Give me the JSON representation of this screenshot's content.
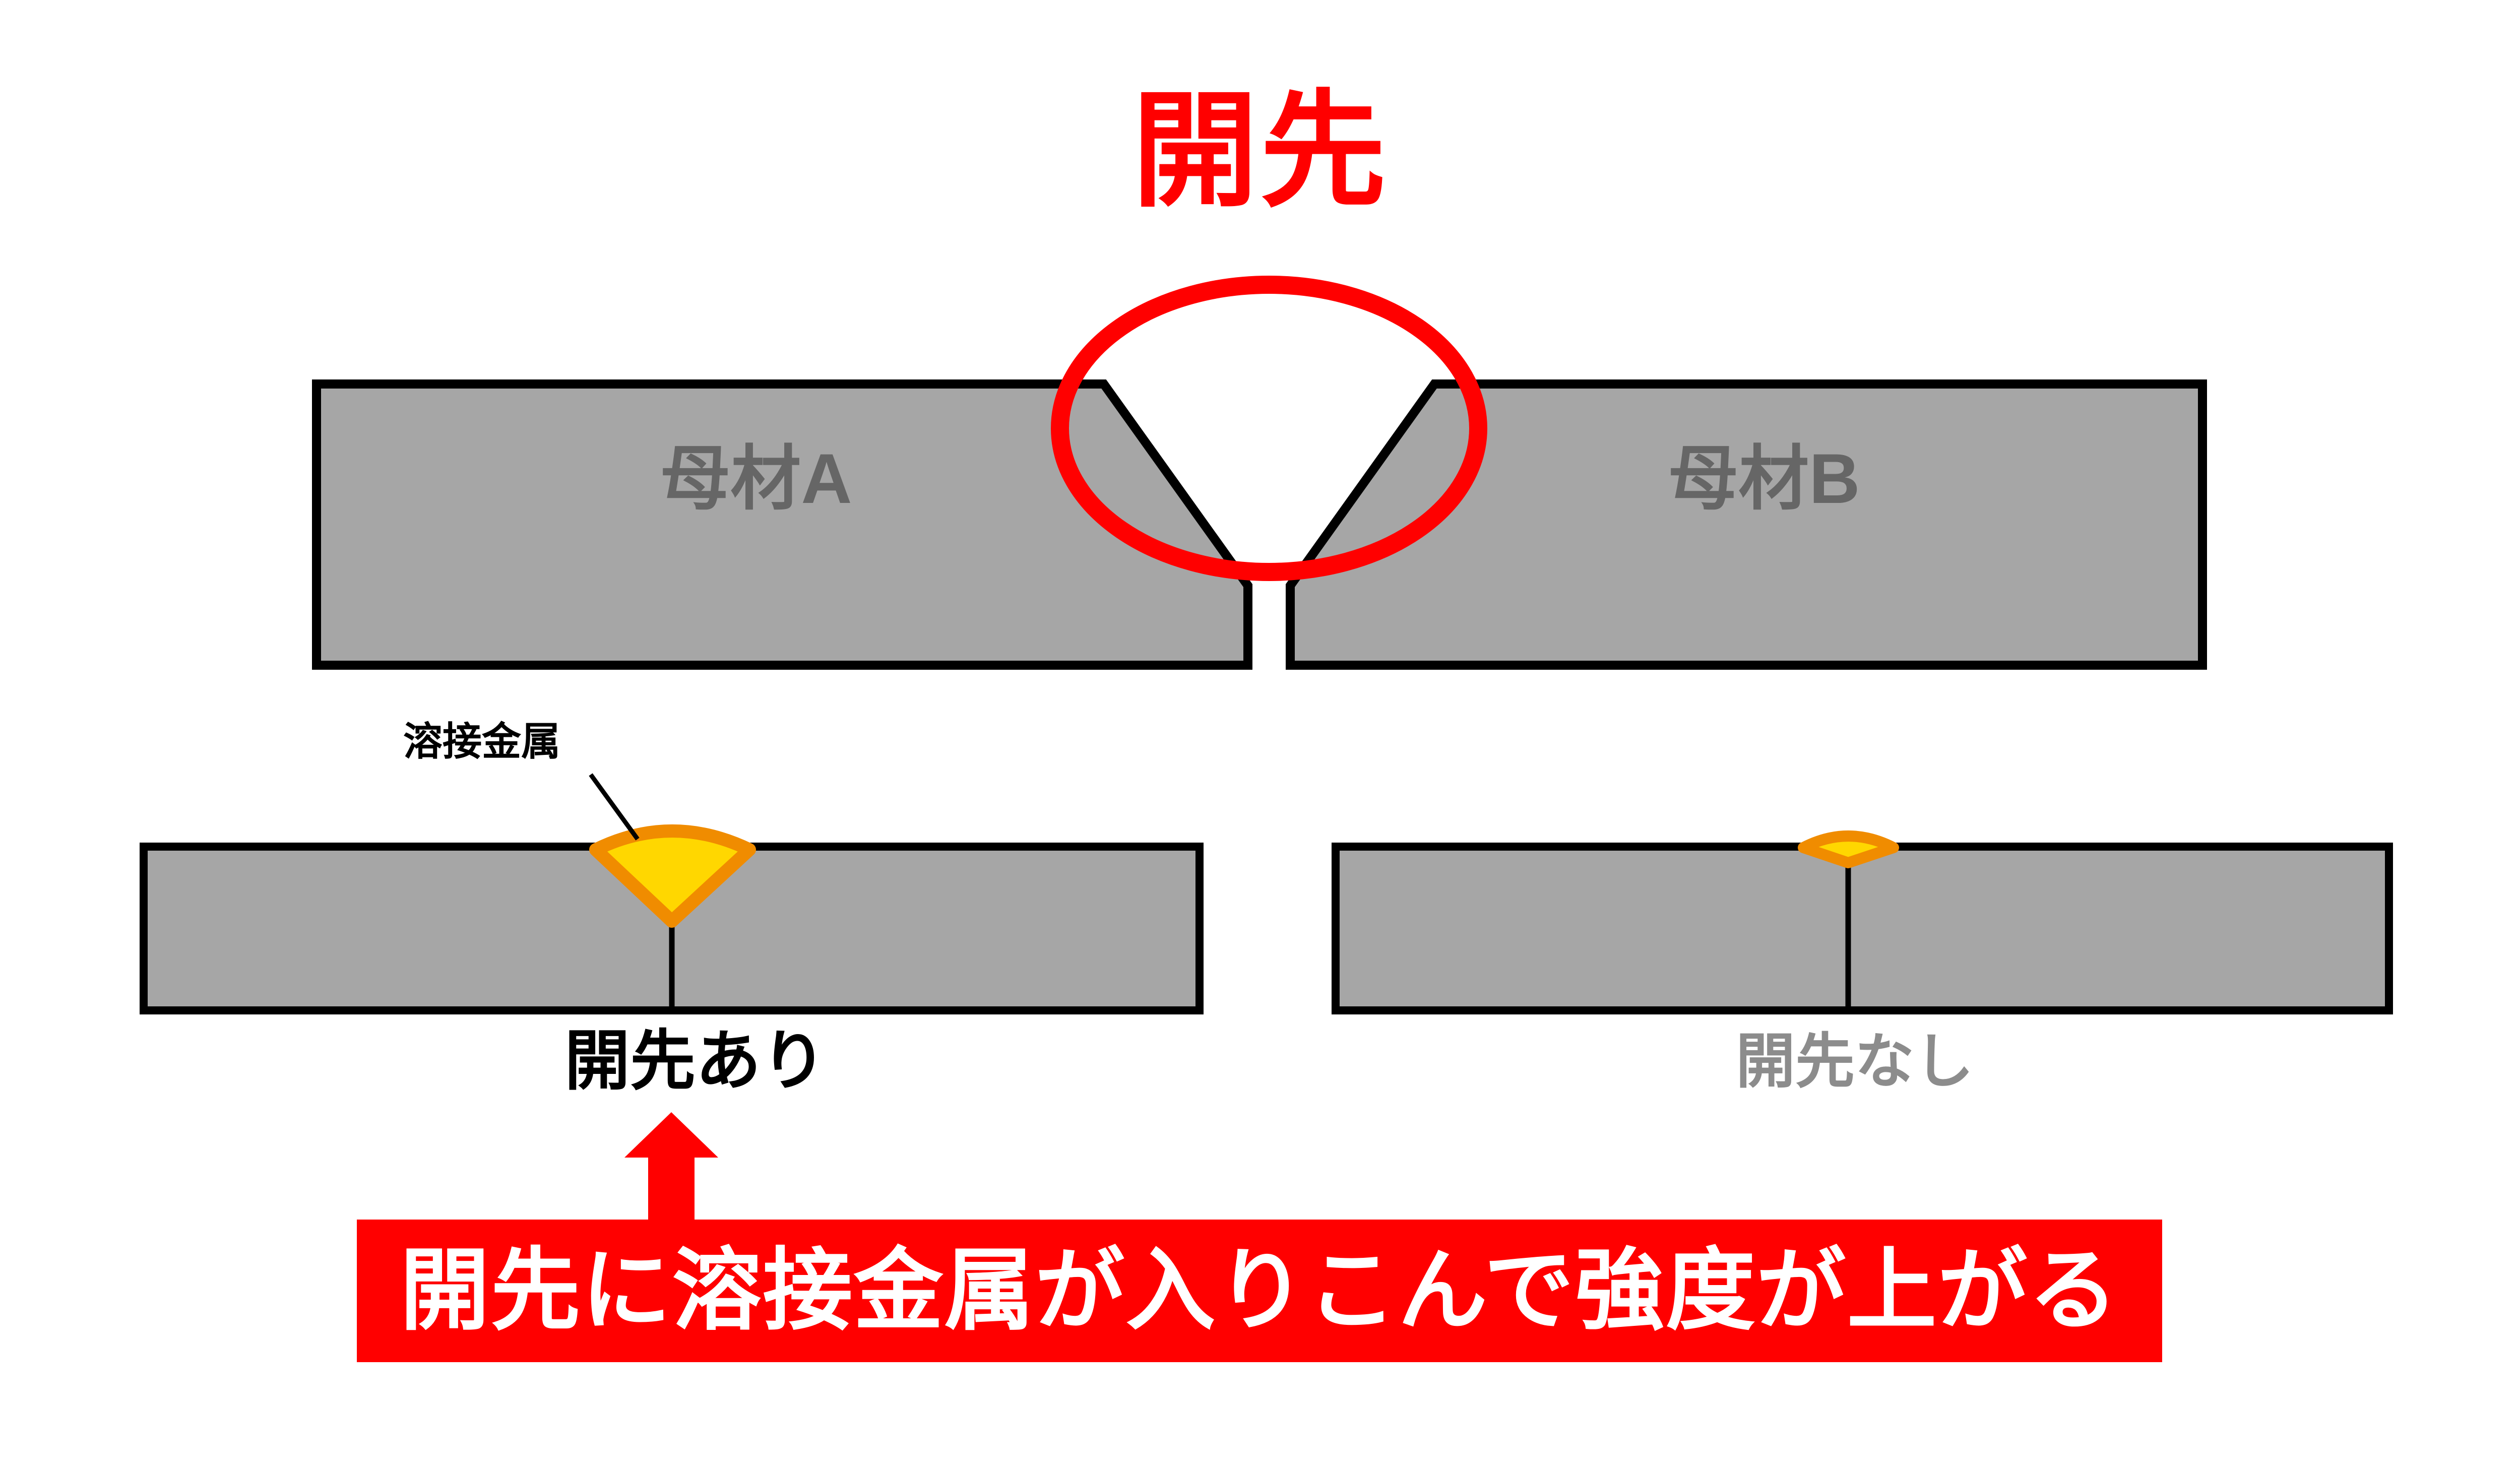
{
  "page": {
    "background_color": "#ffffff",
    "language": "ja",
    "subject": "welding groove (kaisaki) explanation diagram"
  },
  "title": {
    "text": "開先",
    "color": "#ff0000"
  },
  "top_figure": {
    "caption_note": "two base-material plates with a V-groove between them, highlighted by a red ellipse",
    "plate_left_label": "母材A",
    "plate_right_label": "母材B",
    "plate_fill_color": "#a6a6a6",
    "plate_stroke_color": "#000000",
    "label_color": "#666666",
    "highlight_ellipse_color": "#ff0000"
  },
  "bottom_left_figure": {
    "title": "開先あり",
    "title_color": "#000000",
    "callout_label": "溶接金属",
    "callout_label_color": "#000000",
    "weld_fill_color": "#ffd700",
    "weld_stroke_color": "#f08c00",
    "plate_fill_color": "#a6a6a6",
    "plate_stroke_color": "#000000",
    "weld_size_note": "large weld bead filling the groove"
  },
  "bottom_right_figure": {
    "title": "開先なし",
    "title_color": "#8c8c8c",
    "weld_fill_color": "#ffd700",
    "weld_stroke_color": "#f08c00",
    "plate_fill_color": "#a6a6a6",
    "plate_stroke_color": "#000000",
    "weld_size_note": "small weld bead sitting on the surface"
  },
  "arrow": {
    "direction": "up",
    "color": "#ff0000"
  },
  "banner": {
    "text": "開先に溶接金属が入りこんで強度が上がる",
    "background_color": "#ff0000",
    "text_color": "#ffffff"
  }
}
